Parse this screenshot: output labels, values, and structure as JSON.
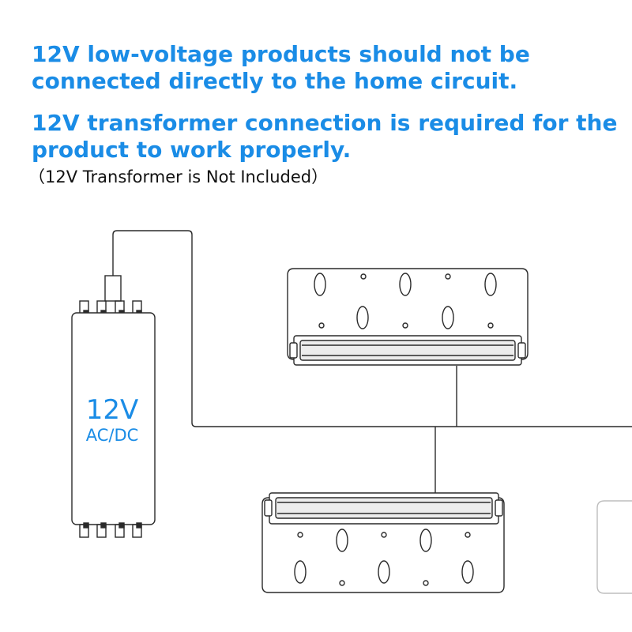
{
  "colors": {
    "accent": "#1a8ce6",
    "text": "#111111",
    "line": "#2a2a2a"
  },
  "heading": {
    "warning_line1": "12V low-voltage products should not be",
    "warning_line2": "connected directly to the home circuit.",
    "requirement_line1": "12V transformer connection is required for the",
    "requirement_line2": "product to work properly.",
    "note": "（12V Transformer is Not Included）"
  },
  "transformer": {
    "voltage_label": "12V",
    "type_label": "AC/DC"
  }
}
